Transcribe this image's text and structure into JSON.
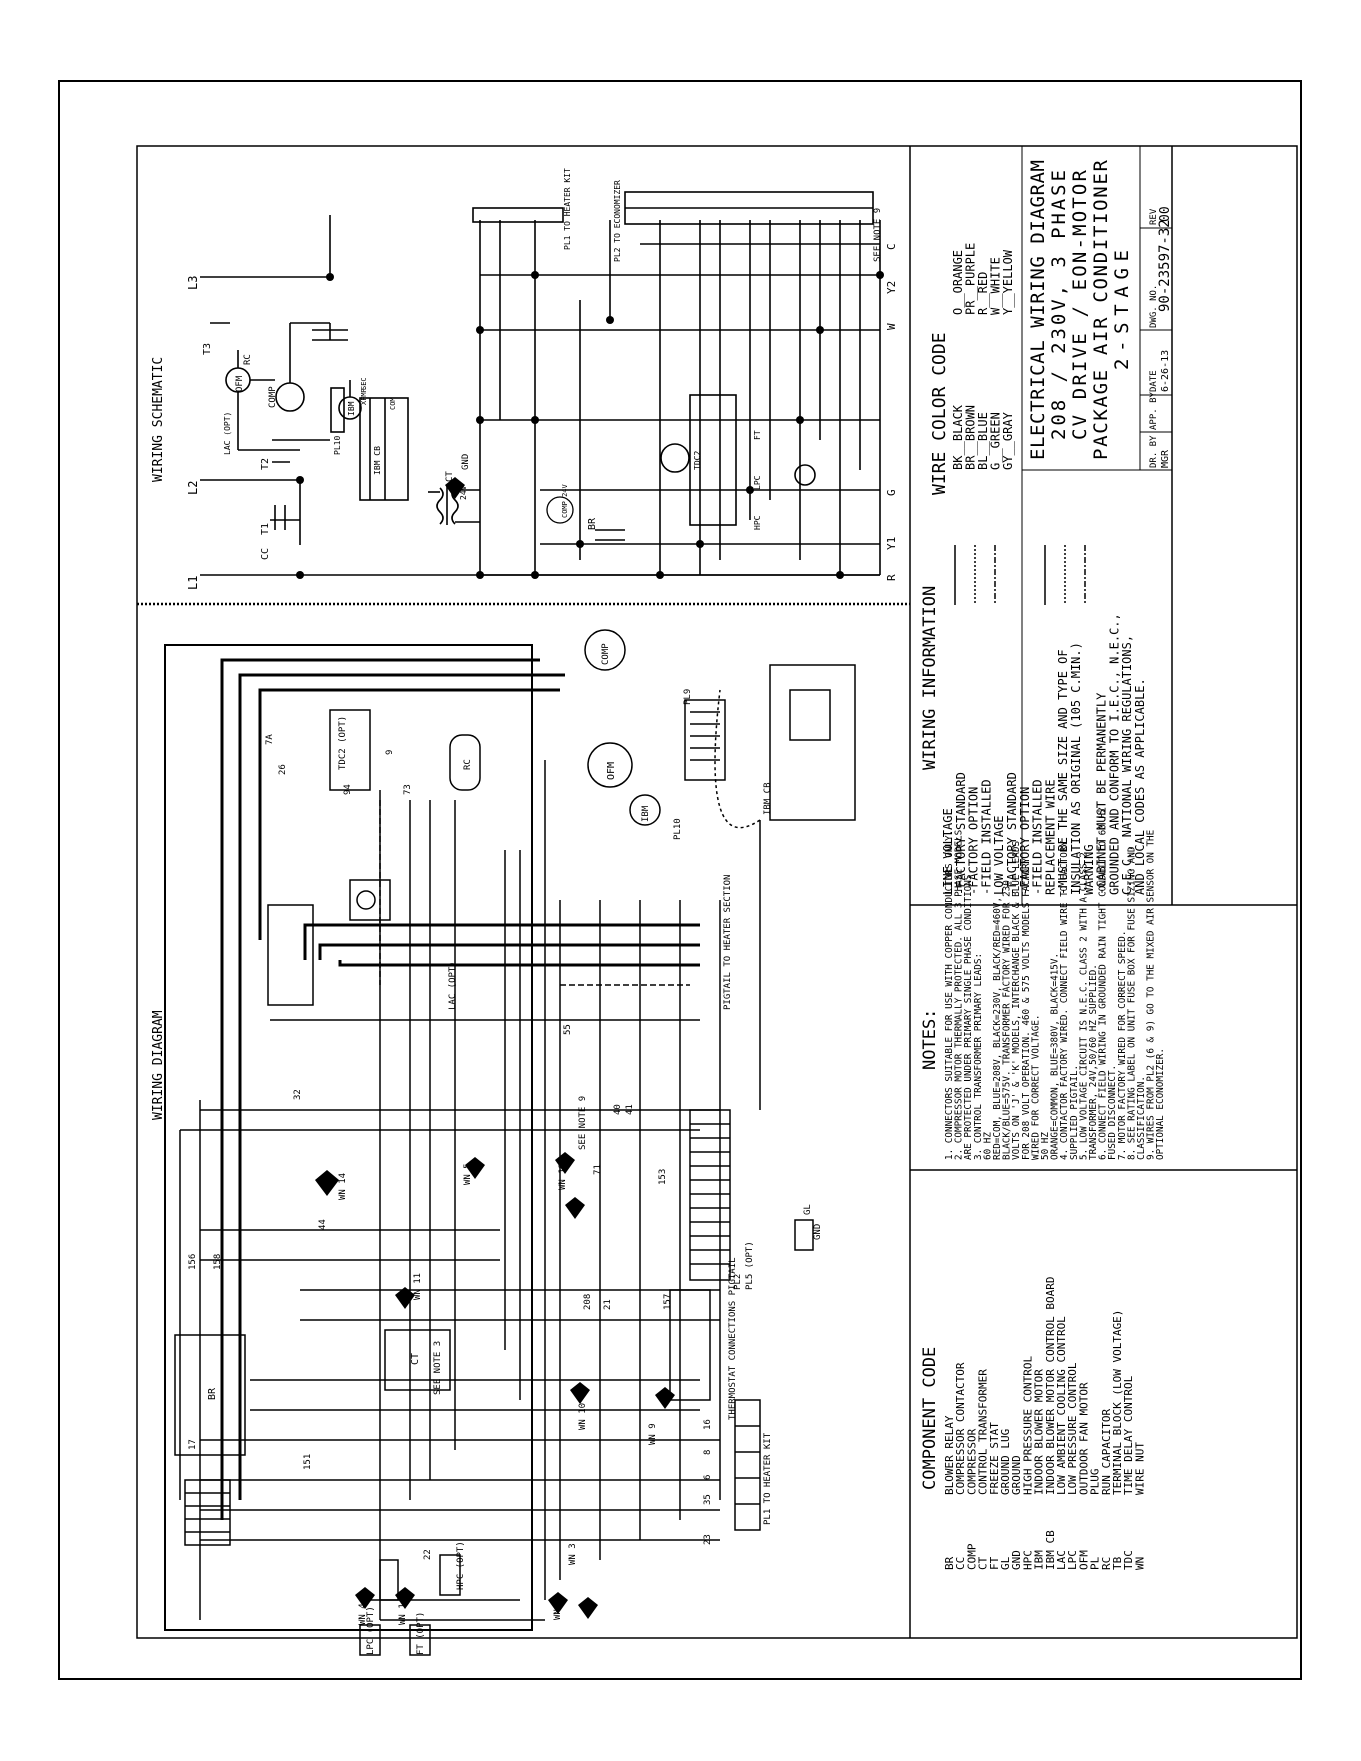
{
  "schematic": {
    "title": "WIRING SCHEMATIC",
    "line_labels": [
      "L1",
      "L2",
      "L3"
    ],
    "terminal_labels": [
      "R",
      "Y1",
      "G",
      "W",
      "Y2",
      "C"
    ],
    "see_note": "SEE NOTE 9",
    "pl1_label": "PL1 TO HEATER KIT",
    "pl2_label": "PL2 TO ECONOMIZER",
    "component_labels": [
      "CC",
      "T1",
      "T2",
      "T3",
      "OFM",
      "COMP",
      "LAC (OPT)",
      "RC",
      "CT",
      "24V",
      "GND",
      "BR",
      "IBM",
      "IBM CB",
      "PL10",
      "XFMR",
      "SEC",
      "COM",
      "COMP 24V",
      "TDC2",
      "FT",
      "LPC",
      "HPC"
    ]
  },
  "wiring_diagram": {
    "title": "WIRING DIAGRAM",
    "labels": [
      "BR",
      "CT",
      "SEE NOTE 3",
      "WN 14",
      "WN 11",
      "WN 4",
      "WN 1",
      "WN 2",
      "WN 3",
      "WN 5",
      "WN 9",
      "WN 10",
      "WN 12",
      "LAC (OPT)",
      "TDC2 (OPT)",
      "RC",
      "OFM",
      "COMP",
      "IBM",
      "IBM CB",
      "PL9",
      "PL10",
      "PL1 TO HEATER KIT",
      "PL2",
      "PL5 (OPT)",
      "THERMOSTAT CONNECTIONS PIGTAIL",
      "PIGTAIL TO HEATER SECTION",
      "SEE NOTE 9",
      "GND",
      "GL",
      "HPC (OPT)",
      "FT (OPT)",
      "LPC (OPT)"
    ],
    "wire_numbers": [
      "156",
      "158",
      "17",
      "22",
      "32",
      "44",
      "55",
      "73",
      "94",
      "26",
      "7A",
      "9",
      "208",
      "21",
      "157",
      "153",
      "151",
      "23",
      "35",
      "6",
      "8",
      "16",
      "71",
      "40",
      "41"
    ]
  },
  "component_code": {
    "title": "COMPONENT CODE",
    "rows": [
      {
        "code": "BR",
        "desc": "BLOWER RELAY"
      },
      {
        "code": "CC",
        "desc": "COMPRESSOR CONTACTOR"
      },
      {
        "code": "COMP",
        "desc": "COMPRESSOR"
      },
      {
        "code": "CT",
        "desc": "CONTROL TRANSFORMER"
      },
      {
        "code": "FT",
        "desc": "FREEZE STAT"
      },
      {
        "code": "GL",
        "desc": "GROUND LUG"
      },
      {
        "code": "GND",
        "desc": "GROUND"
      },
      {
        "code": "HPC",
        "desc": "HIGH PRESSURE CONTROL"
      },
      {
        "code": "IBM",
        "desc": "INDOOR BLOWER MOTOR"
      },
      {
        "code": "IBM CB",
        "desc": "INDOOR BLOWER MOTOR CONTROL BOARD"
      },
      {
        "code": "LAC",
        "desc": "LOW AMBIENT COOLING CONTROL"
      },
      {
        "code": "LPC",
        "desc": "LOW PRESSURE CONTROL"
      },
      {
        "code": "OFM",
        "desc": "OUTDOOR FAN MOTOR"
      },
      {
        "code": "PL",
        "desc": "PLUG"
      },
      {
        "code": "RC",
        "desc": "RUN CAPACITOR"
      },
      {
        "code": "TB",
        "desc": "TERMINAL BLOCK (LOW VOLTAGE)"
      },
      {
        "code": "TDC",
        "desc": "TIME DELAY CONTROL"
      },
      {
        "code": "WN",
        "desc": "WIRE NUT"
      }
    ]
  },
  "notes": {
    "title": "NOTES:",
    "lines": [
      "1.  CONNECTORS SUITABLE FOR USE WITH COPPER CONDUCTORS ONLY.",
      "2.  COMPRESSOR MOTOR THERMALLY PROTECTED. ALL 3 PHASE MODELS",
      "    ARE PROTECTED UNDER PRIMARY SINGLE PHASE CONDITIONS.",
      "3.  CONTROL TRANSFORMER PRIMARY LEADS:",
      "    60 HZ",
      "    RED=COM, BLUE=208V, BLACK=230V, BLACK/RED=460V,",
      "    BLACK/BLUE=575V. TRANSFORMER FACTORY WIRED FOR 230",
      "    VOLTS ON 'J' & 'K' MODELS, INTERCHANGE BLACK & BLUE LEADS",
      "    FOR 208 VOLT OPERATION. 460 & 575 VOLTS MODELS FACTORY",
      "    WIRED FOR CORRECT VOLTAGE.",
      "    50 HZ",
      "    ORANGE=COMMON, BLUE=380V, BLACK=415V.",
      "4.  CONTACTOR FACTORY WIRED. CONNECT FIELD WIRE TO FACTORY",
      "    SUPPLIED PIGTAIL.",
      "5.  LOW VOLTAGE CIRCUIT IS N.E.C. CLASS 2 WITH A CLASS 2",
      "    TRANSFORMER, 24V,50/60 HZ SUPPLIED.",
      "6.  CONNECT FIELD WIRING IN GROUNDED RAIN TIGHT CONDUIT TO 60 HZ",
      "    FUSED DISCONNECT.",
      "7.  MOTOR FACTORY WIRED FOR CORRECT SPEED.",
      "8.  SEE RATING LABEL ON UNIT FUSE BOX FOR FUSE SIZING AND",
      "    CLASSIFICATION.",
      "9.  WIRES FROM PL2 (6 & 9) GO TO THE MIXED AIR SENSOR ON THE",
      "    OPTIONAL ECONOMIZER."
    ]
  },
  "wiring_info": {
    "title": "WIRING INFORMATION",
    "lines": [
      "LINE VOLTAGE",
      "  -FACTORY STANDARD",
      "  -FACTORY OPTION",
      "  -FIELD INSTALLED",
      "LOW VOLTAGE",
      "  -FACTORY STANDARD",
      "  -FACTORY OPTION",
      "  -FIELD INSTALLED",
      "REPLACEMENT WIRE",
      "  -MUST BE THE SAME SIZE AND TYPE OF",
      "   INSULATION AS ORIGINAL (105 C.MIN.)",
      "WARNING",
      "  -CABINET MUST BE PERMANENTLY",
      "   GROUNDED AND CONFORM TO I.E.C., N.E.C.,",
      "   C.E.C., NATIONAL WIRING REGULATIONS,",
      "   AND LOCAL CODES AS APPLICABLE."
    ]
  },
  "wire_color_code": {
    "title": "WIRE COLOR CODE",
    "left": [
      "BK__BLACK",
      "BR__BROWN",
      "BL__BLUE",
      "G__GREEN",
      "GY__GRAY"
    ],
    "right": [
      "O__ORANGE",
      "PR__PURPLE",
      "R__RED",
      "W__WHITE",
      "Y__YELLOW"
    ]
  },
  "title_block": {
    "lines": [
      "ELECTRICAL WIRING DIAGRAM",
      "208 / 230V, 3 PHASE",
      "CV DRIVE / EON-MOTOR",
      "PACKAGE AIR CONDITIONER",
      "2-STAGE"
    ],
    "dr_by_label": "DR. BY",
    "dr_by": "MGR",
    "app_by_label": "APP. BY",
    "date_label": "DATE",
    "date": "6-26-13",
    "dwg_label": "DWG. NO.",
    "dwg_no": "90-23597-32",
    "rev_label": "REV",
    "rev": "00"
  }
}
